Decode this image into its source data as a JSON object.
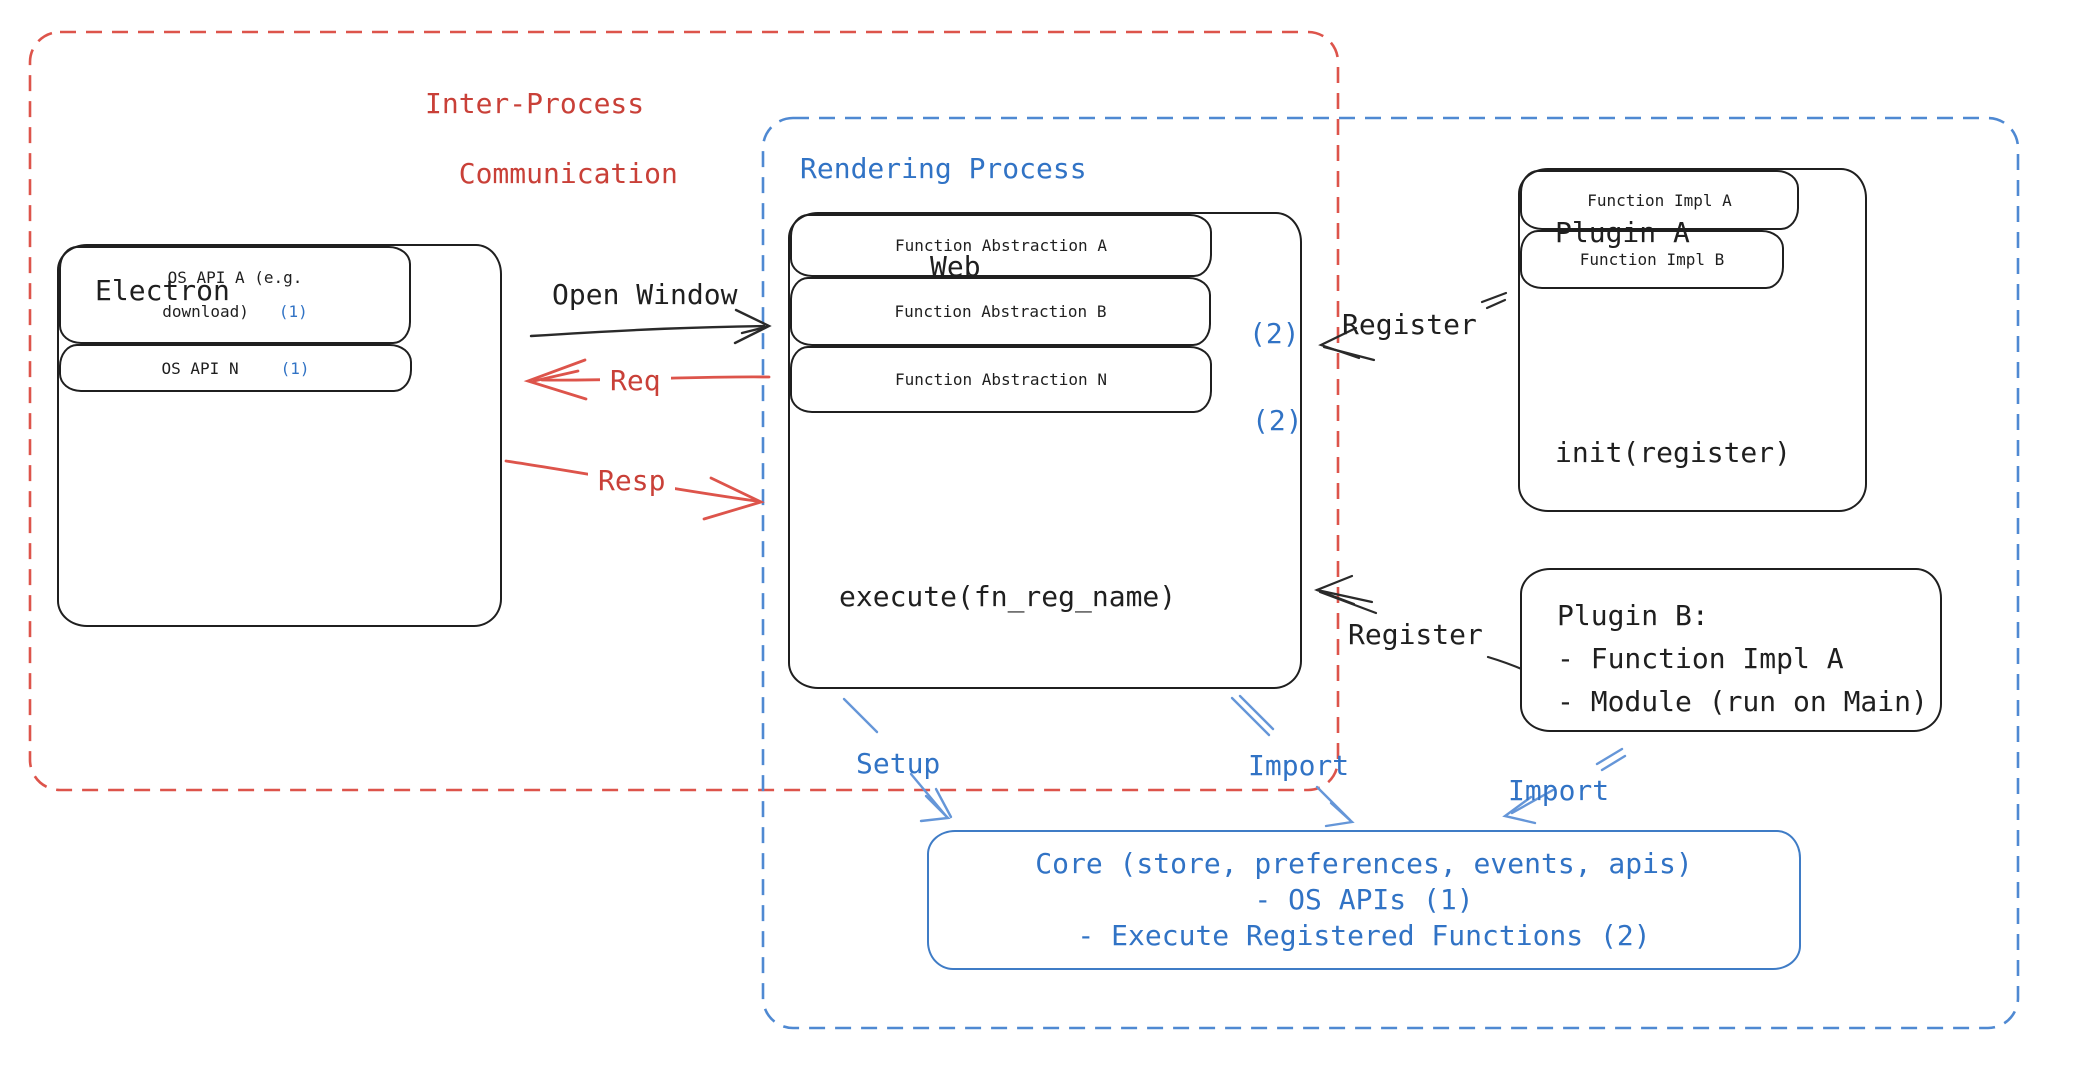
{
  "colors": {
    "ink": "#1f1f1f",
    "red_text": "#c94038",
    "red_border": "#dd544b",
    "blue_text": "#3173c5",
    "blue_border": "#4f89d2",
    "blue_arrow": "#6596d8"
  },
  "ipc": {
    "label_line1": "Inter-Process",
    "label_line2": "Communication"
  },
  "rendering": {
    "label": "Rendering Process"
  },
  "electron": {
    "title": "Electron",
    "apis": [
      {
        "line1": "OS API A (e.g.",
        "line2": "download)",
        "num": "(1)"
      },
      {
        "line1": "OS API N",
        "num": "(1)"
      }
    ]
  },
  "web": {
    "title": "Web",
    "items": [
      {
        "label": "Function Abstraction A",
        "num": "(2)"
      },
      {
        "label": "Function Abstraction B",
        "num": "(2)"
      },
      {
        "label": "Function Abstraction N",
        "num": ""
      }
    ],
    "execute": "execute(fn_reg_name)"
  },
  "plugin_a": {
    "title": "Plugin A",
    "impls": [
      "Function Impl A",
      "Function Impl B"
    ],
    "init": "init(register)"
  },
  "plugin_b": {
    "title": "Plugin B:",
    "lines": [
      "- Function Impl A",
      "- Module (run on Main)"
    ]
  },
  "core": {
    "line1": "Core (store, preferences, events, apis)",
    "line2": "- OS APIs (1)",
    "line3": "- Execute Registered Functions (2)"
  },
  "arrows": {
    "open_window": "Open Window",
    "req": "Req",
    "resp": "Resp",
    "register1": "Register",
    "register2": "Register",
    "setup": "Setup",
    "import1": "Import",
    "import2": "Import"
  }
}
